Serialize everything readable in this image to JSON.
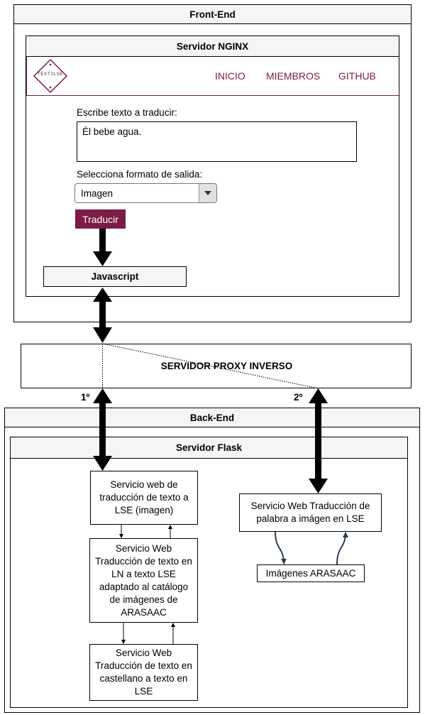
{
  "frontend": {
    "title": "Front-End",
    "nginx": {
      "title": "Servidor NGINX",
      "logo_text": "TEXT2LSE",
      "nav": [
        "INICIO",
        "MIEMBROS",
        "GITHUB"
      ],
      "input_label": "Escribe texto a traducir:",
      "input_value": "Él bebe agua.",
      "format_label": "Selecciona formato de salida:",
      "format_value": "Imagen",
      "button": "Traducir",
      "javascript": "Javascript"
    }
  },
  "proxy": {
    "label": "SERVIDOR PROXY INVERSO"
  },
  "steps": {
    "first": "1º",
    "second": "2º"
  },
  "backend": {
    "title": "Back-End",
    "flask": {
      "title": "Servidor Flask",
      "service_image": "Servicio web de traducción de texto a LSE (imagen)",
      "service_ln": "Servicio Web Traducción de texto en LN a texto LSE adaptado al catálogo de imágenes de ARASAAC",
      "service_castellano": "Servicio Web Traducción de texto en castellano a texto en LSE",
      "service_word": "Servicio Web Traducción de palabra a imágen en LSE",
      "arasaac": "Imágenes ARASAAC"
    }
  },
  "colors": {
    "accent": "#7b1b48",
    "header_bg": "#f5f5f5",
    "arrow_dark": "#2c3e50"
  }
}
